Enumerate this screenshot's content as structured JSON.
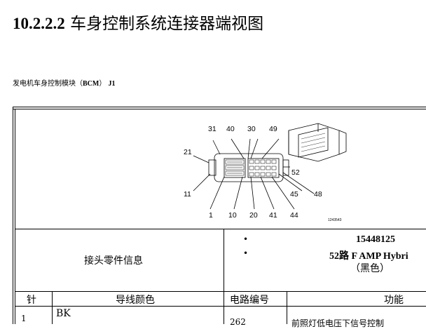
{
  "title": {
    "number": "10.2.2.2",
    "text": "车身控制系统连接器端视图"
  },
  "subtitle": {
    "text": "发电机车身控制模块（",
    "code": "BCM",
    "close": "）",
    "ref": "J1"
  },
  "diagram": {
    "pin_labels": [
      "31",
      "40",
      "30",
      "49",
      "21",
      "52",
      "11",
      "45",
      "48",
      "1",
      "10",
      "20",
      "41",
      "44"
    ],
    "image_id": "1243543"
  },
  "connector_info": {
    "label": "接头零件信息",
    "bullets": [
      "15448125",
      "52路 F AMP Hybri",
      "（黑色）"
    ]
  },
  "headers": {
    "pin": "针",
    "wire_color": "导线颜色",
    "circuit": "电路编号",
    "function": "功能"
  },
  "rows": [
    {
      "pin": "1",
      "wire_color": "BK",
      "circuit": "262",
      "function": "前照灯低电压下信号控制"
    }
  ]
}
